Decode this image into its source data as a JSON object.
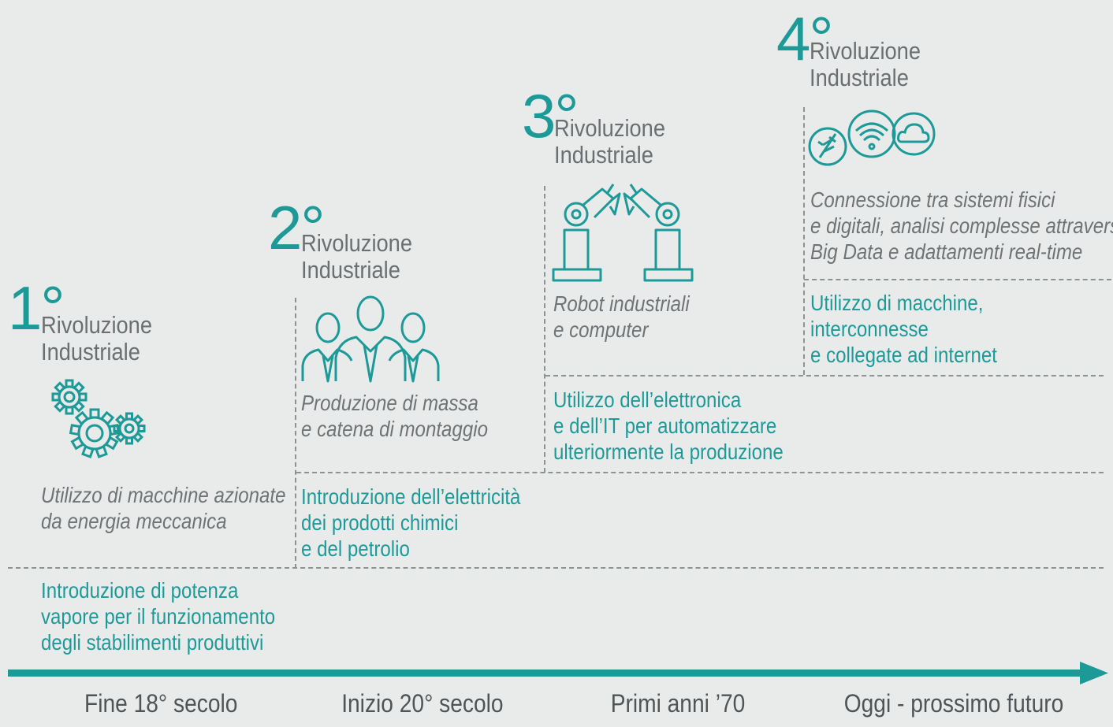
{
  "revolutions": [
    {
      "number": "1°",
      "title_line1": "Rivoluzione",
      "title_line2": "Industriale",
      "icon": "gears-icon",
      "desc_gray": [
        "Utilizzo di macchine azionate",
        "da energia meccanica"
      ],
      "desc_teal": [
        "Introduzione di potenza",
        "vapore per il funzionamento",
        "degli stabilimenti produttivi"
      ]
    },
    {
      "number": "2°",
      "title_line1": "Rivoluzione",
      "title_line2": "Industriale",
      "icon": "workers-icon",
      "desc_gray": [
        "Produzione di massa",
        "e catena di montaggio"
      ],
      "desc_teal": [
        "Introduzione dell’elettricità",
        "dei prodotti chimici",
        "e del petrolio"
      ]
    },
    {
      "number": "3°",
      "title_line1": "Rivoluzione",
      "title_line2": "Industriale",
      "icon": "robot-arms-icon",
      "desc_gray": [
        "Robot industriali",
        "e computer"
      ],
      "desc_teal": [
        "Utilizzo dell’elettronica",
        "e dell’IT per automatizzare",
        "ulteriormente la produzione"
      ]
    },
    {
      "number": "4°",
      "title_line1": "Rivoluzione",
      "title_line2": "Industriale",
      "icons": [
        "circuit-icon",
        "wifi-icon",
        "cloud-icon"
      ],
      "desc_gray": [
        "Connessione tra sistemi fisici",
        "e digitali, analisi complesse attraverso",
        "Big Data e adattamenti real-time"
      ],
      "desc_teal": [
        "Utilizzo di macchine,",
        "interconnesse",
        "e collegate ad internet"
      ]
    }
  ],
  "timeline": {
    "eras": [
      "Fine 18° secolo",
      "Inizio 20° secolo",
      "Primi anni ’70",
      "Oggi - prossimo futuro"
    ]
  },
  "colors": {
    "accent": "#1d9a98",
    "text_gray": "#6f7375",
    "background": "#e9ebeb"
  }
}
